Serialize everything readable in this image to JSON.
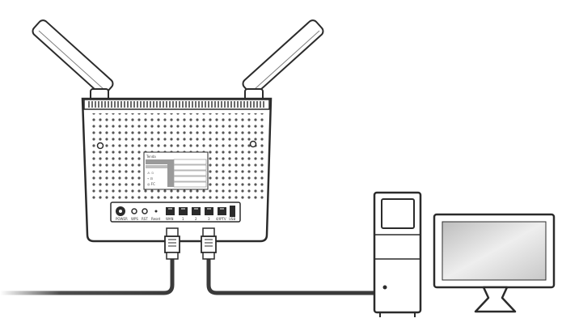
{
  "router": {
    "label_brand": "Tenda",
    "ports": [
      {
        "label": "POWER"
      },
      {
        "label": "WPS"
      },
      {
        "label": "RST"
      },
      {
        "label": "Reset"
      },
      {
        "label": "WAN"
      },
      {
        "label": "1"
      },
      {
        "label": "2"
      },
      {
        "label": "3"
      },
      {
        "label": "4/IPTV"
      },
      {
        "label": "USB"
      }
    ]
  },
  "colors": {
    "outline": "#2b2b2b",
    "cable": "#3a3a3a",
    "screen_fill": "#d9d9d9",
    "sticker_dark": "#9a9a9a"
  }
}
